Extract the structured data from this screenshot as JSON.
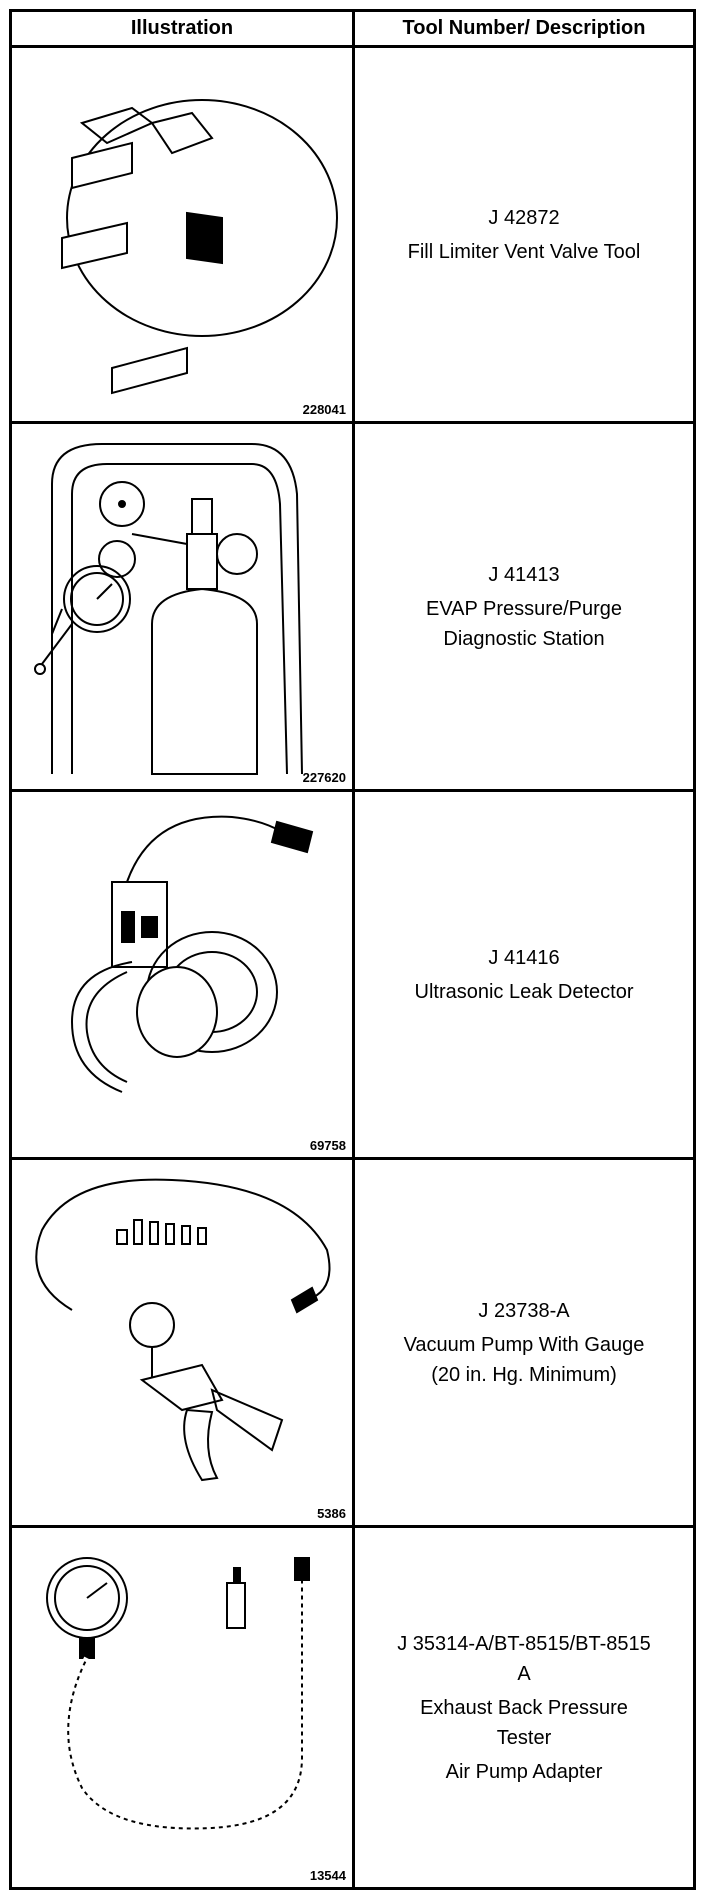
{
  "header": {
    "col1": "Illustration",
    "col2": "Tool Number/ Description"
  },
  "rows": [
    {
      "figure": "228041",
      "number": "J 42872",
      "lines": [
        "Fill Limiter Vent Valve Tool"
      ],
      "icon": "fill-limiter-vent-valve-tool-icon"
    },
    {
      "figure": "227620",
      "number": "J 41413",
      "lines": [
        "EVAP Pressure/Purge",
        "Diagnostic Station"
      ],
      "icon": "evap-diagnostic-station-icon"
    },
    {
      "figure": "69758",
      "number": "J 41416",
      "lines": [
        "Ultrasonic Leak Detector"
      ],
      "icon": "ultrasonic-leak-detector-icon"
    },
    {
      "figure": "5386",
      "number": "J 23738-A",
      "lines": [
        "Vacuum Pump With Gauge",
        "(20 in. Hg. Minimum)"
      ],
      "icon": "vacuum-pump-gauge-icon"
    },
    {
      "figure": "13544",
      "number": "J 35314-A/BT-8515/BT-8515",
      "lines": [
        "A",
        "Exhaust Back Pressure",
        "Tester",
        "Air Pump Adapter"
      ],
      "icon": "exhaust-back-pressure-tester-icon"
    }
  ]
}
